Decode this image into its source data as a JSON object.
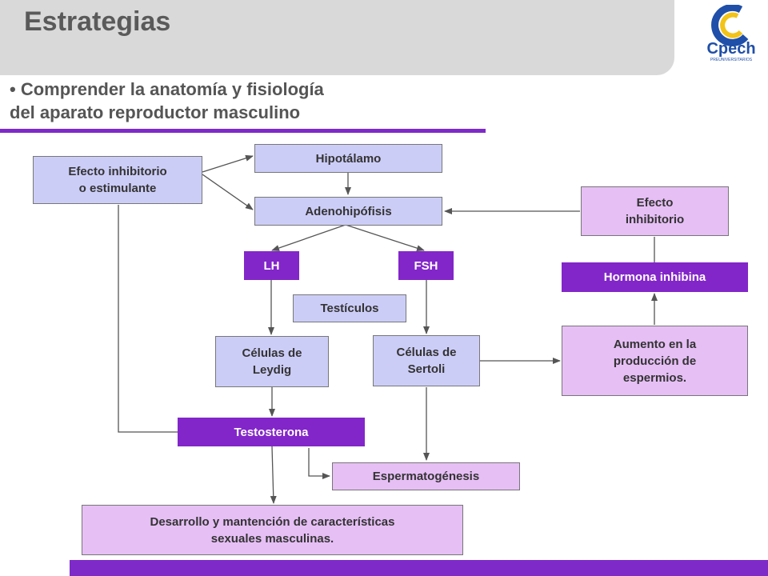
{
  "header": {
    "title": "Estrategias"
  },
  "logo": {
    "text": "Cpech",
    "tagline": "PREUNIVERSITARIOS"
  },
  "subtitle": {
    "line1": "• Comprender la anatomía y fisiología",
    "line2": "del aparato reproductor masculino"
  },
  "diagram": {
    "efecto_inhib_estim_1": "Efecto inhibitorio",
    "efecto_inhib_estim_2": "o estimulante",
    "hipotalamo": "Hipotálamo",
    "adenohipofisis": "Adenohipófisis",
    "efecto_inhibitorio_1": "Efecto",
    "efecto_inhibitorio_2": "inhibitorio",
    "lh": "LH",
    "fsh": "FSH",
    "hormona_inhibina": "Hormona inhibina",
    "testiculos": "Testículos",
    "leydig_1": "Células de",
    "leydig_2": "Leydig",
    "sertoli_1": "Células de",
    "sertoli_2": "Sertoli",
    "aumento_1": "Aumento en la",
    "aumento_2": "producción de",
    "aumento_3": "espermios.",
    "testosterona": "Testosterona",
    "espermatogenesis": "Espermatogénesis",
    "desarrollo_1": "Desarrollo y mantención de características",
    "desarrollo_2": "sexuales masculinas."
  },
  "colors": {
    "accent": "#7e2ac9",
    "lavender_box": "#cccdf7",
    "pink_box": "#e6bff5",
    "header_gray": "#d9d9d9"
  }
}
